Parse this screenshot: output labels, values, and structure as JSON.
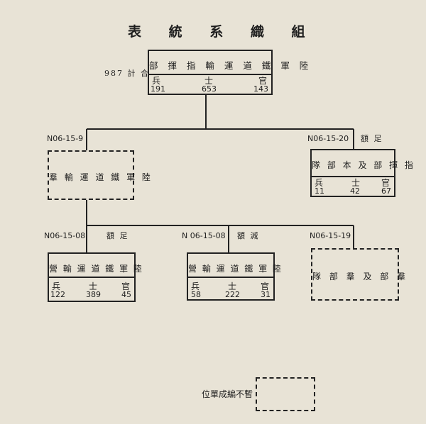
{
  "title": "表 統 系 織 組",
  "root": {
    "name": "部 揮 指 輸 運 道 鐵 軍 陸",
    "total": "987 計 合",
    "ranks": [
      "兵",
      "士",
      "官"
    ],
    "counts": [
      "191",
      "653",
      "143"
    ]
  },
  "branch_left": {
    "code": "N06-15-9",
    "name": "羣 輸 運 道 鐵 軍 陸"
  },
  "branch_right": {
    "code": "N06-15-20",
    "note": "額 足",
    "name": "隊 部 本 及 部 揮 指",
    "ranks": [
      "兵",
      "士",
      "官"
    ],
    "counts": [
      "11",
      "42",
      "67"
    ]
  },
  "unit_1": {
    "code": "N06-15-08",
    "note": "額 足",
    "name": "營 輸 運 道 鐵 軍 陸",
    "ranks": [
      "兵",
      "士",
      "官"
    ],
    "counts": [
      "122",
      "389",
      "45"
    ]
  },
  "unit_2": {
    "code": "N 06-15-08",
    "note": "額 減",
    "name": "營 輸 運 道 鐵 軍 陸",
    "ranks": [
      "兵",
      "士",
      "官"
    ],
    "counts": [
      "58",
      "222",
      "31"
    ]
  },
  "unit_3": {
    "code": "N06-15-19",
    "name": "隊 部 羣 及 部 羣"
  },
  "legend": {
    "label": "位單成編不暫"
  }
}
